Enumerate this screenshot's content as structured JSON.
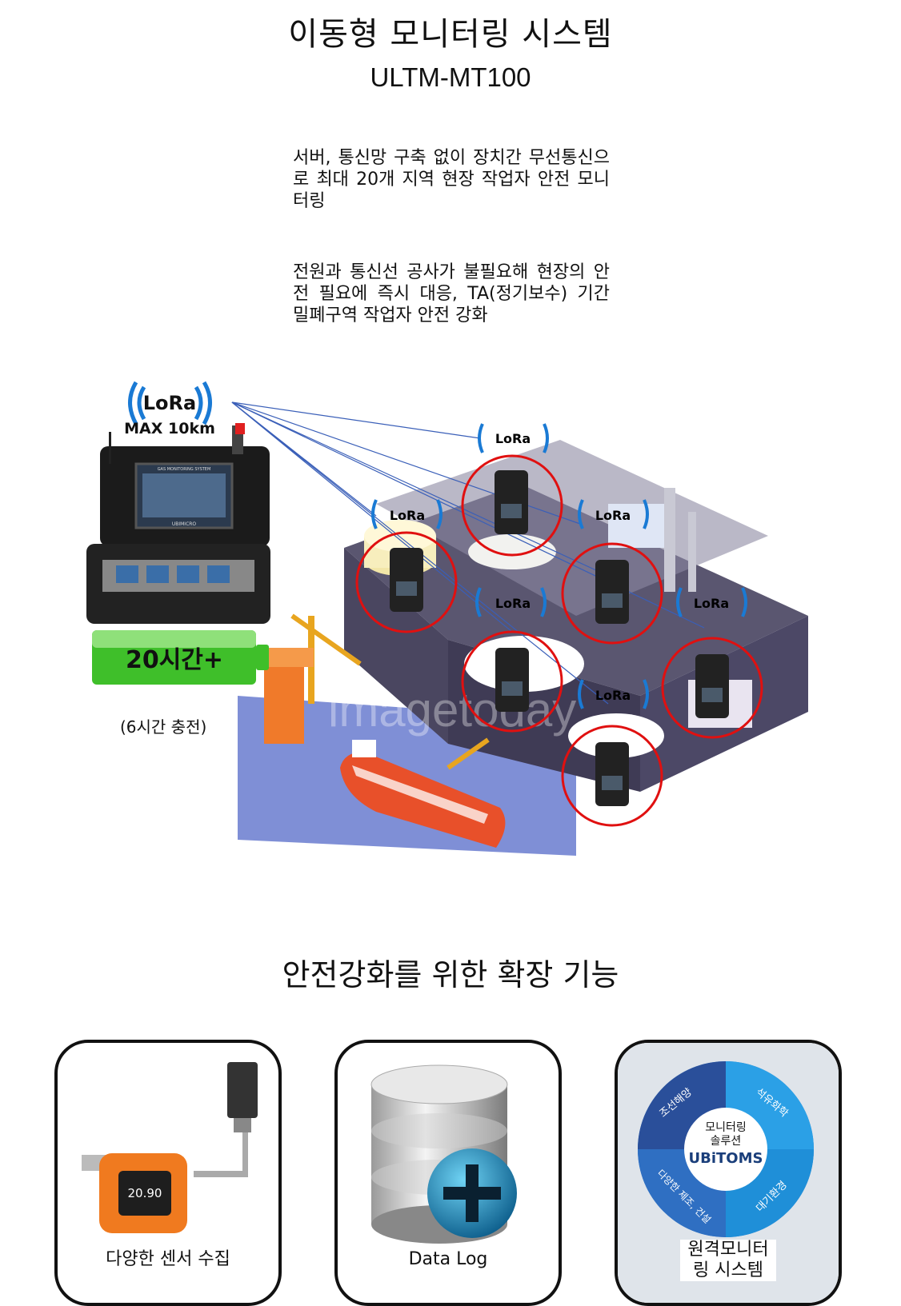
{
  "header": {
    "title": "이동형 모니터링 시스템",
    "model": "ULTM-MT100"
  },
  "descriptions": [
    "서버, 통신망 구축 없이 장치간 무선통신으로 최대 20개 지역 현장 작업자 안전 모니터링",
    "전원과 통신선 공사가 불필요해 현장의 안전 필요에 즉시 대응, TA(정기보수) 기간 밀폐구역 작업자 안전 강화"
  ],
  "diagram": {
    "main_lora": "LoRa",
    "range": "MAX 10km",
    "battery": "20시간+",
    "charge": "(6시간 충전)",
    "device_lora": [
      "LoRa",
      "LoRa",
      "LoRa",
      "LoRa",
      "LoRa",
      "LoRa"
    ],
    "case_screen_title": "GAS MONITORING SYSTEM",
    "case_brand": "UBIMICRO",
    "watermark": "imagetoday",
    "colors": {
      "lora_blue": "#1a7ad4",
      "ring_red": "#e01010",
      "battery_green": "#3fbf2a",
      "link_line": "#3a5fb8"
    }
  },
  "extensions": {
    "title": "안전강화를 위한 확장 기능",
    "cards": [
      {
        "label": "다양한 센서 수집",
        "display": "20.90",
        "icon": "gas-sensor-icon"
      },
      {
        "label": "Data Log",
        "icon": "database-plus-icon"
      },
      {
        "label": "원격모니터링 시스템",
        "icon": "ubitoms-wheel-icon",
        "wheel": {
          "center_top": "모니터링",
          "center_mid": "솔루션",
          "brand": "UBiTOMS",
          "segments": [
            "조선해양",
            "석유화학",
            "대기환경",
            "다양한 제조, 건설"
          ]
        }
      }
    ]
  }
}
